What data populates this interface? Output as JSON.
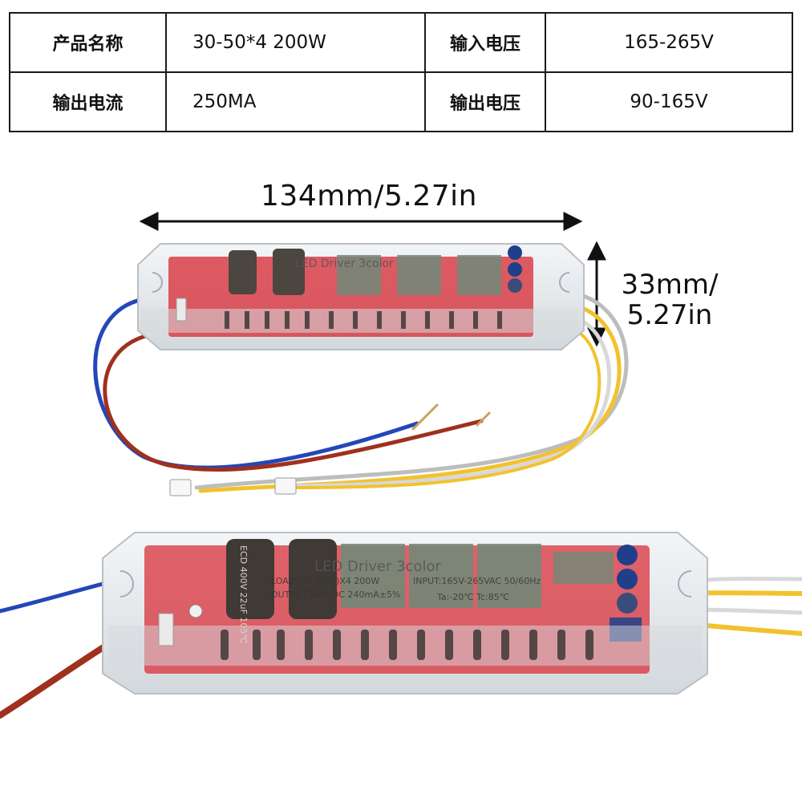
{
  "spec_table": {
    "rows": [
      [
        {
          "label": "产品名称",
          "value": "30-50*4 200W"
        },
        {
          "label": "输入电压",
          "value": "165-265V"
        }
      ],
      [
        {
          "label": "输出电流",
          "value": "250MA"
        },
        {
          "label": "输出电压",
          "value": "90-165V"
        }
      ]
    ]
  },
  "dimensions": {
    "length_label": "134mm/5.27in",
    "height_label_line1": "33mm/",
    "height_label_line2": "5.27in"
  },
  "product": {
    "driver_label_top": "LED Driver 3color",
    "driver_label_bottom": "LED Driver 3color",
    "load_text": "LOAD:(30-50W)X4 200W",
    "output_text": "OUTPUT:165VDC 240mA±5%",
    "input_text": "INPUT:165V-265VAC 50/60Hz",
    "temp_text": "Ta:-20℃  Tc:85℃",
    "capacitor_text": "ECD 400V 22uF 105℃"
  },
  "colors": {
    "wire_blue": "#2446b8",
    "wire_red": "#a0301e",
    "wire_yellow": "#f2c22e",
    "wire_white": "#d8d8d8",
    "pcb_red": "#d9303a",
    "case_clear": "#e8ecef"
  }
}
